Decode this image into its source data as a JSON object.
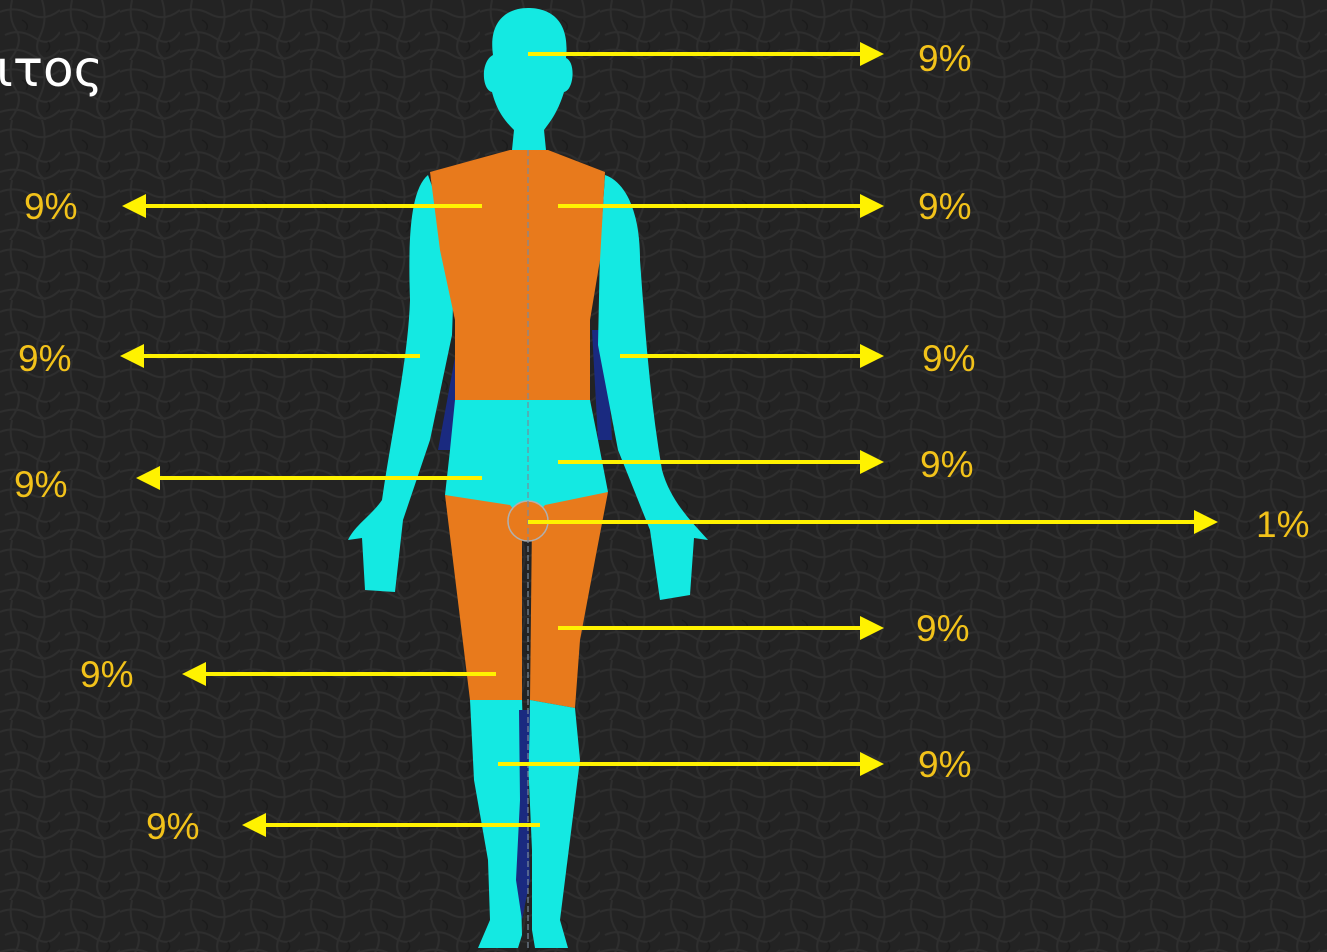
{
  "slide": {
    "title_fragment": "ιτος"
  },
  "colors": {
    "background": "#232323",
    "body_blue": "#14e9e2",
    "body_orange": "#e87a1c",
    "shadow_navy": "#1a2a80",
    "arrow_yellow": "#fff200",
    "label_gold": "#f2c21a",
    "title_white": "#ffffff"
  },
  "labels": {
    "head": "9%",
    "upper_back_left": "9%",
    "upper_back_right": "9%",
    "arm_left": "9%",
    "arm_right": "9%",
    "lower_back_left": "9%",
    "lower_back_right": "9%",
    "perineum": "1%",
    "thigh_right": "9%",
    "thigh_left": "9%",
    "calf_right": "9%",
    "calf_left": "9%"
  }
}
